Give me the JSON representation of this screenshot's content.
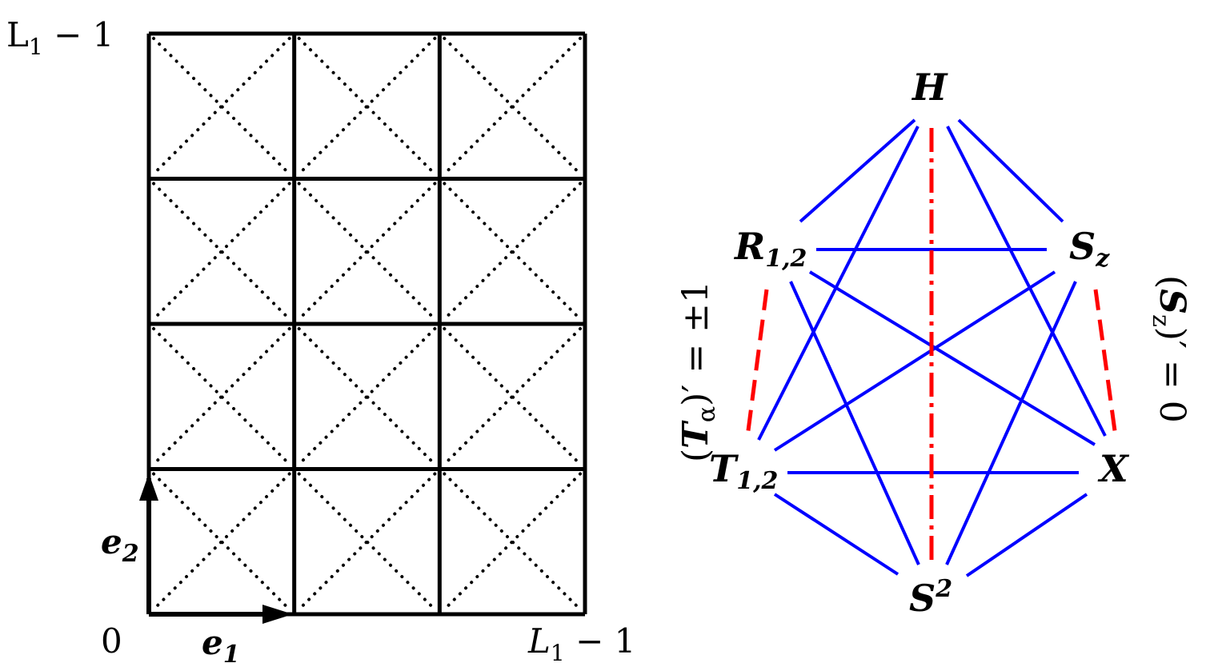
{
  "lattice": {
    "label_top_left": {
      "base": "L",
      "sub": "1",
      "rest": " − 1"
    },
    "label_bottom_right": {
      "base": "L",
      "sub": "1",
      "rest": " − 1"
    },
    "label_origin": "0",
    "vector_e1": {
      "base": "e",
      "sub": "1"
    },
    "vector_e2": {
      "base": "e",
      "sub": "2"
    },
    "columns": 3,
    "rows": 4
  },
  "graph": {
    "nodes": {
      "H": {
        "base": "H",
        "sub": ""
      },
      "R": {
        "base": "R",
        "sub": "1,2"
      },
      "Sz": {
        "base": "S",
        "sub": "z"
      },
      "T": {
        "base": "T",
        "sub": "1,2"
      },
      "X": {
        "base": "X",
        "sub": ""
      },
      "S2": {
        "base": "S",
        "sup": "2"
      }
    },
    "left_annotation": {
      "open": "(",
      "base": "T",
      "sub": "α",
      "close": ")′ = ±1"
    },
    "right_annotation": {
      "open": "(",
      "base": "S",
      "sub": "z",
      "close": ")′ = 0"
    },
    "colors": {
      "solid_edge": "#0000ff",
      "dashed_edge": "#ff0000",
      "lattice": "#000000"
    }
  }
}
